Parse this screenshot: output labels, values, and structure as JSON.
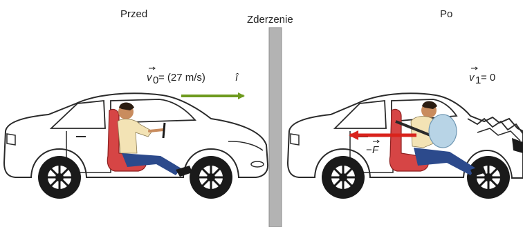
{
  "labels": {
    "before": "Przed",
    "collision": "Zderzenie",
    "after": "Po"
  },
  "equations": {
    "v0_symbol": "v",
    "v0_subscript": "0",
    "v0_rest": " = (27 m/s)",
    "v0_unit_vector": "î",
    "v1_symbol": "v",
    "v1_subscript": "1",
    "v1_rest": " = 0",
    "force_minus": "−",
    "force_symbol": "F"
  },
  "colors": {
    "velocity_arrow": "#6e9a1e",
    "force_arrow": "#d9231c",
    "wall": "#b3b3b3",
    "car_outline": "#2a2a2a",
    "seat": "#d64545",
    "shirt": "#f3e3b5",
    "jeans": "#2c4a8c",
    "airbag": "#b8d4e6"
  },
  "icons": {
    "left_car": "car-icon",
    "right_car": "crashed-car-icon",
    "driver": "person-icon",
    "airbag": "airbag-icon"
  }
}
